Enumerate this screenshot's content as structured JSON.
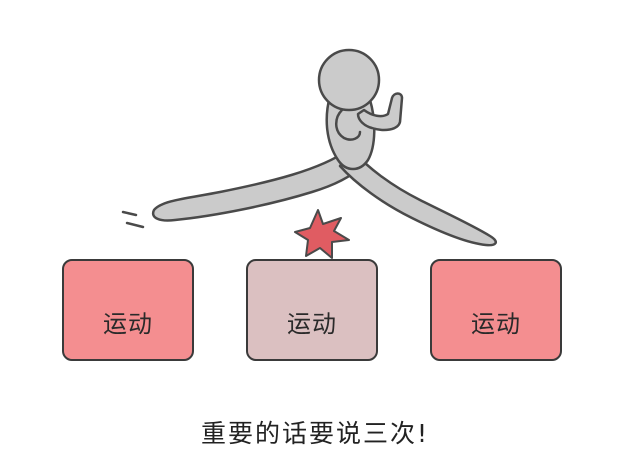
{
  "boxes": [
    {
      "label": "运动",
      "color": "#f48e90"
    },
    {
      "label": "运动",
      "color": "#dbc0c1"
    },
    {
      "label": "运动",
      "color": "#f48e90"
    }
  ],
  "caption": "重要的话要说三次!",
  "colors": {
    "figure": "#cbcbcb",
    "outline": "#4a4a4a",
    "star": "#e05c62"
  }
}
